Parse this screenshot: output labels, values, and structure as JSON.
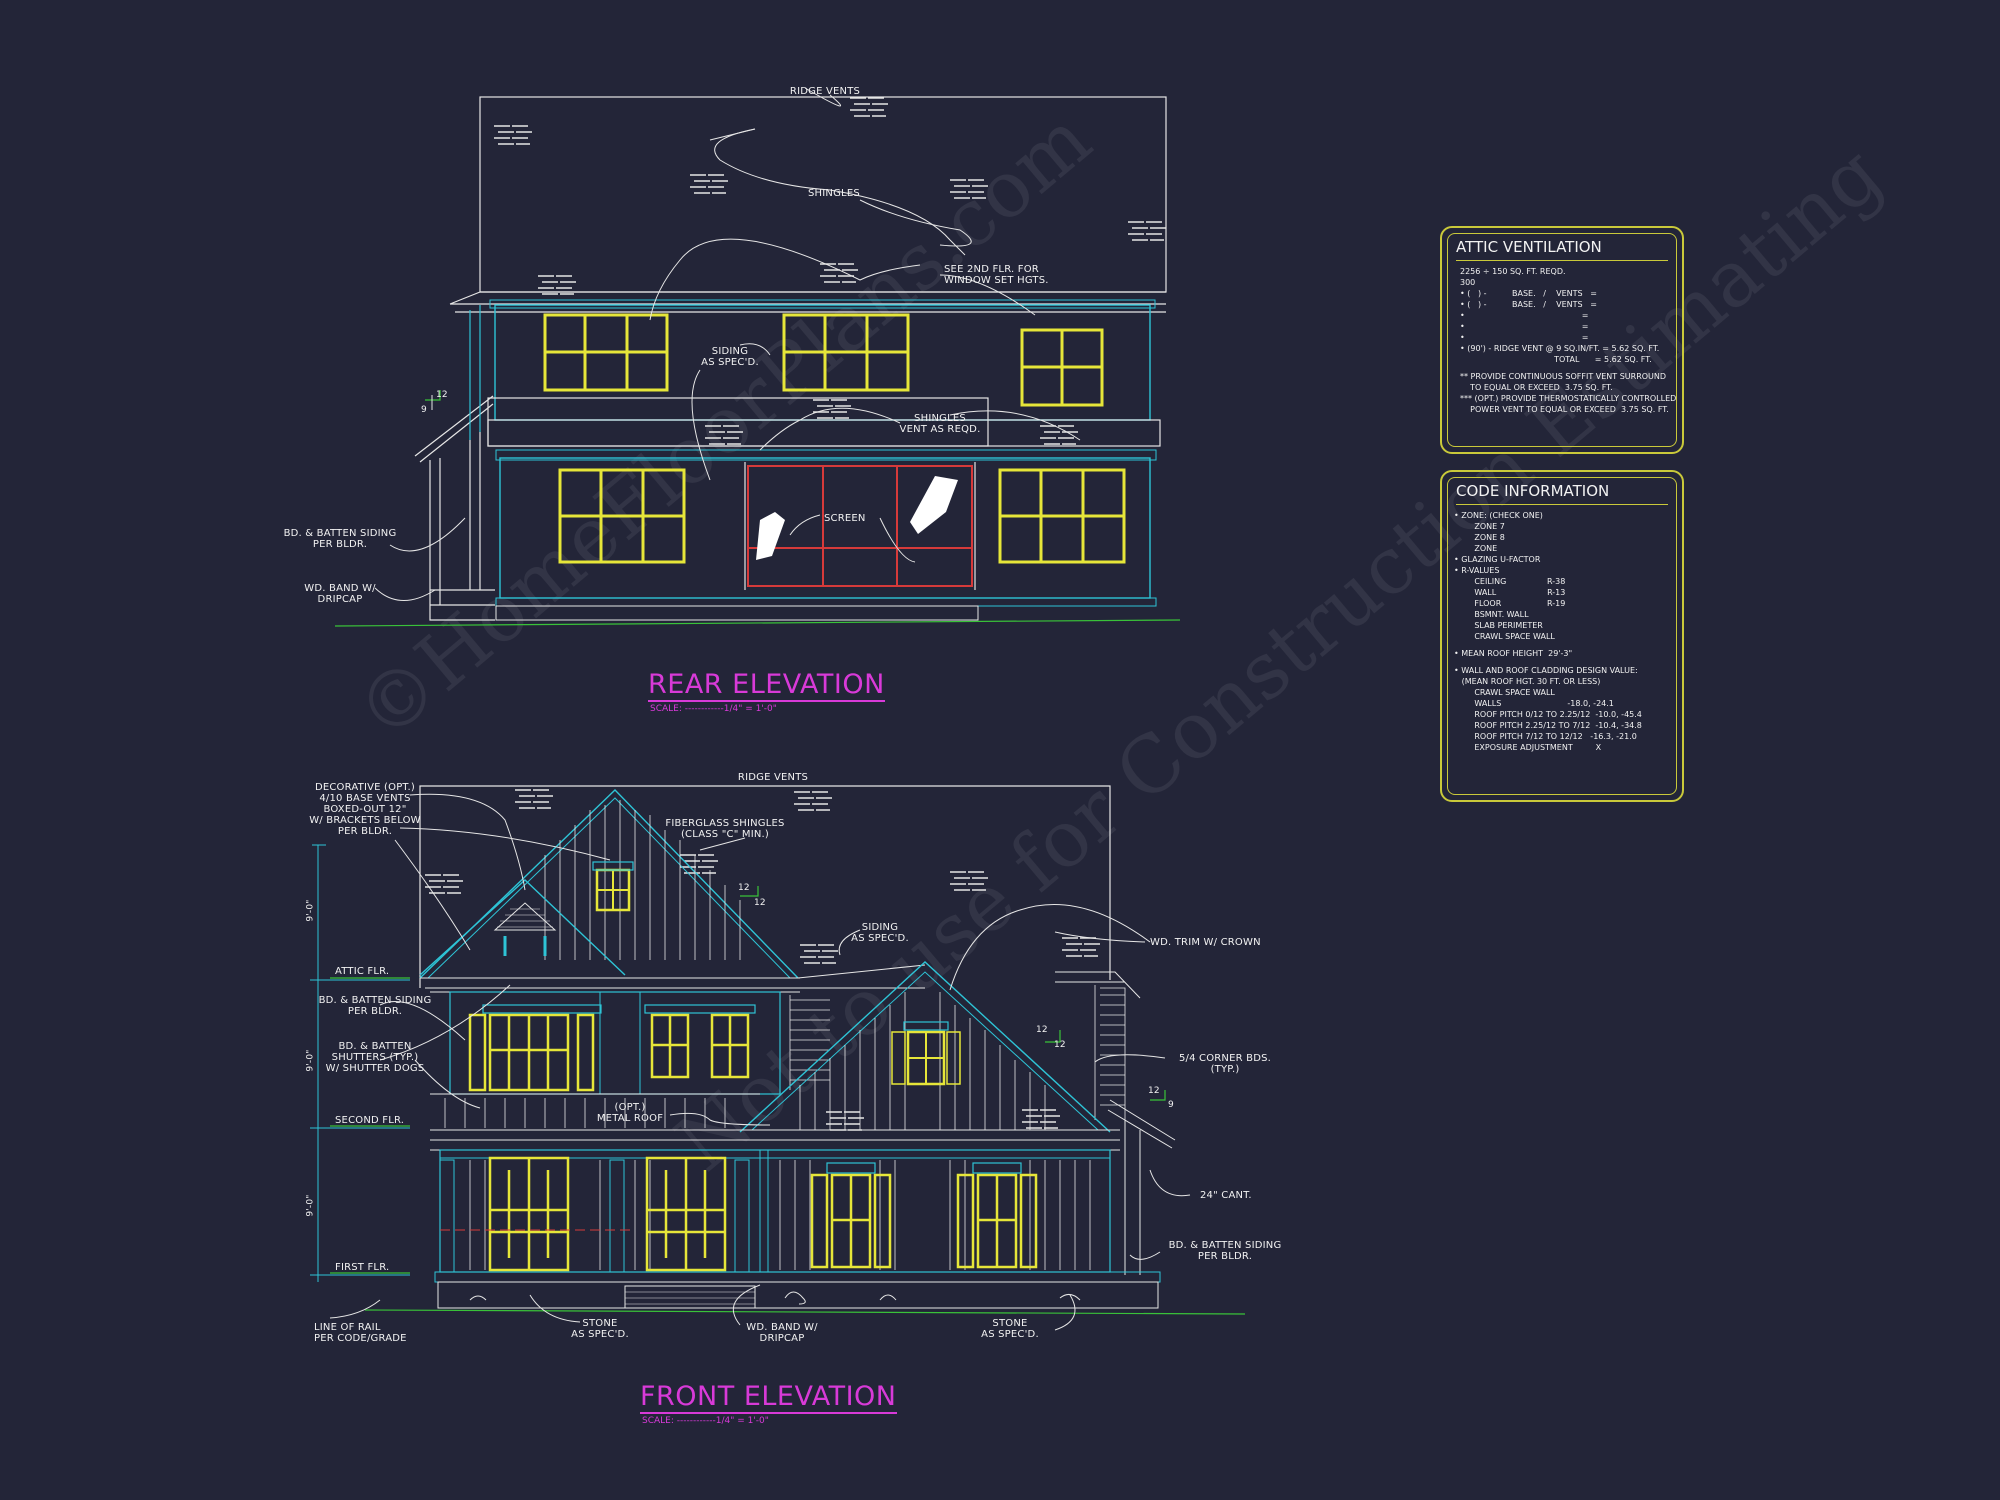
{
  "watermark": {
    "line1": "©HomeFloorPlans.com",
    "line2": "Not to use for Construction  Estimating"
  },
  "rear_elevation": {
    "title": "REAR ELEVATION",
    "scale": "SCALE: ------------1/4\" = 1'-0\"",
    "labels": {
      "ridge_vents": "RIDGE VENTS",
      "shingles": "SHINGLES",
      "see_2nd_flr": "SEE 2nd FLR. FOR\nWINDOW SET HGTS.",
      "siding": "SIDING\nAS SPEC'D.",
      "shingles_vent": "SHINGLES\nVENT AS REQD.",
      "screen": "SCREEN",
      "bd_batten": "BD. & BATTEN SIDING\nPER BLDR.",
      "wd_band": "WD. BAND W/\nDRIPCAP",
      "pitch_12": "12",
      "pitch_9": "9"
    }
  },
  "front_elevation": {
    "title": "FRONT ELEVATION",
    "scale": "SCALE: ------------1/4\" = 1'-0\"",
    "labels": {
      "ridge_vents": "RIDGE VENTS",
      "decorative": "DECORATIVE (OPT.)\n4/10 BASE VENTS\nBOXED-OUT 12\"\nW/ BRACKETS BELOW\nPER BLDR.",
      "fiberglass": "FIBERGLASS SHINGLES\n(CLASS \"C\" MIN.)",
      "siding": "SIDING\nAS SPEC'D.",
      "wd_trim": "WD. TRIM W/ CROWN",
      "attic_flr": "ATTIC FLR.",
      "bd_batten_left": "BD. & BATTEN SIDING\nPER BLDR.",
      "shutters": "BD. & BATTEN\nSHUTTERS (TYP.)\nW/ SHUTTER DOGS",
      "opt_metal": "(OPT.)\nMETAL ROOF",
      "second_flr": "SECOND FLR.",
      "corner_bds": "5/4 CORNER BDS.\n(TYP.)",
      "cant": "24\" CANT.",
      "first_flr": "FIRST FLR.",
      "bd_batten_right": "BD. & BATTEN SIDING\nPER BLDR.",
      "line_of_rail": "LINE OF RAIL\nPER CODE/GRADE",
      "stone_left": "STONE\nAS SPEC'D.",
      "wd_band": "WD. BAND W/\nDRIPCAP",
      "stone_right": "STONE\nAS SPEC'D.",
      "dim_9a": "9'-0\"",
      "dim_9b": "9'-0\"",
      "dim_9c": "9'-0\"",
      "p12a": "12",
      "p12b": "12",
      "p12c": "12",
      "p12d": "12",
      "p12e": "12",
      "p9": "9"
    }
  },
  "attic_ventilation": {
    "title": "ATTIC VENTILATION",
    "lines": [
      "2256 ÷ 150 sq. ft. REQD.",
      "300",
      "• (   ) -          BASE.   /    VENTS   =",
      "• (   ) -          BASE.   /    VENTS   =",
      "•                                              =",
      "•                                              =",
      "•                                              =",
      "• (90') - RIDGE VENT @ 9 sq.in/ft. = 5.62 SQ. FT.",
      "                                     TOTAL      = 5.62 SQ. FT.",
      "",
      "** PROVIDE CONTINUOUS SOFFIT VENT SURROUND",
      "    TO EQUAL OR EXCEED  3.75 SQ. FT.",
      "*** (OPT.) PROVIDE THERMOSTATICALLY CONTROLLED",
      "    POWER VENT TO EQUAL OR EXCEED  3.75 SQ. FT."
    ]
  },
  "code_information": {
    "title": "CODE INFORMATION",
    "lines": [
      "• ZONE: (CHECK ONE)",
      "        ZONE 7",
      "        ZONE 8",
      "        ZONE",
      "• GLAZING U-FACTOR",
      "• R-VALUES",
      "        CEILING                R-38",
      "        WALL                    R-13",
      "        FLOOR                  R-19",
      "        BSMNT. WALL",
      "        SLAB PERIMETER",
      "        CRAWL SPACE WALL",
      "",
      "• MEAN ROOF HEIGHT  29'-3\"",
      "",
      "• WALL AND ROOF CLADDING DESIGN VALUE:",
      "   (MEAN ROOF HGT. 30 FT. OR LESS)",
      "        CRAWL SPACE WALL",
      "        WALLS                          -18.0, -24.1",
      "        ROOF PITCH 0/12 TO 2.25/12  -10.0, -45.4",
      "        ROOF PITCH 2.25/12 TO 7/12  -10.4, -34.8",
      "        ROOF PITCH 7/12 TO 12/12   -16.3, -21.0",
      "        EXPOSURE ADJUSTMENT         x"
    ]
  }
}
